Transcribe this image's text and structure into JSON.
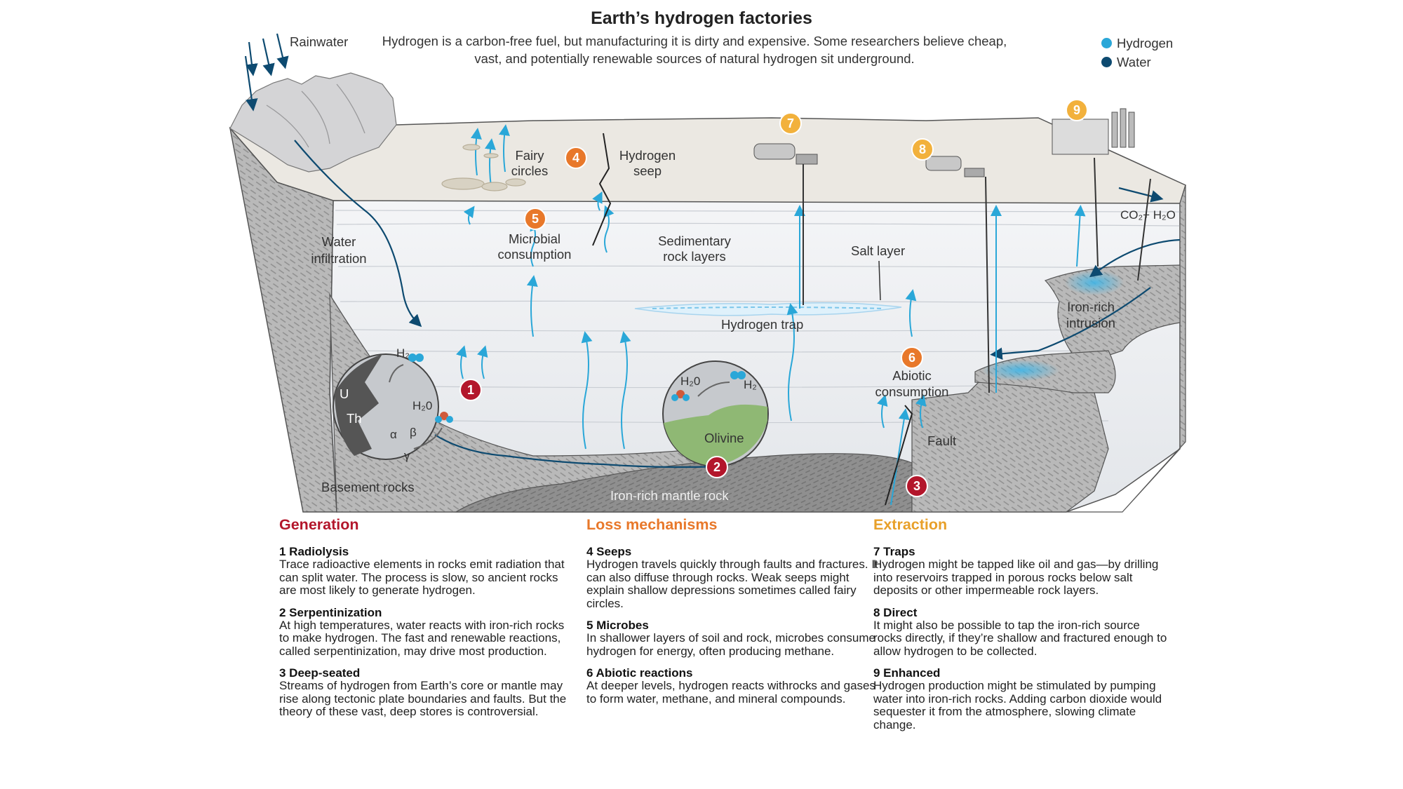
{
  "title": "Earth’s hydrogen factories",
  "subtitle": "Hydrogen is a carbon-free fuel, but manufacturing it is dirty and expensive. Some researchers believe cheap, vast, and potentially renewable sources of natural hydrogen sit underground.",
  "legend": [
    {
      "label": "Hydrogen",
      "color": "#2aa7d8"
    },
    {
      "label": "Water",
      "color": "#0d4a70"
    }
  ],
  "diagram_labels": {
    "rainwater": "Rainwater",
    "water_infiltration": "Water\ninfiltration",
    "fairy_circles": "Fairy\ncircles",
    "hydrogen_seep": "Hydrogen\nseep",
    "microbial_consumption": "Microbial\nconsumption",
    "sedimentary": "Sedimentary\nrock layers",
    "salt_layer": "Salt layer",
    "hydrogen_trap": "Hydrogen trap",
    "iron_rich_intrusion": "Iron-rich\nintrusion",
    "abiotic_consumption": "Abiotic\nconsumption",
    "fault": "Fault",
    "basement_rocks": "Basement rocks",
    "iron_rich_mantle": "Iron-rich mantle rock",
    "olivine": "Olivine",
    "co2_h2o": "CO₂+ H₂O",
    "u": "U",
    "th": "Th",
    "h2": "H₂",
    "h2o": "H₂0",
    "alpha": "α",
    "beta": "β",
    "gamma": "γ"
  },
  "badges": [
    {
      "n": "1",
      "color": "#b3162b"
    },
    {
      "n": "2",
      "color": "#b3162b"
    },
    {
      "n": "3",
      "color": "#b3162b"
    },
    {
      "n": "4",
      "color": "#e8782a"
    },
    {
      "n": "5",
      "color": "#e8782a"
    },
    {
      "n": "6",
      "color": "#e8782a"
    },
    {
      "n": "7",
      "color": "#f2b13c"
    },
    {
      "n": "8",
      "color": "#f2b13c"
    },
    {
      "n": "9",
      "color": "#f2b13c"
    }
  ],
  "sections": {
    "generation": {
      "heading": "Generation",
      "color": "#b3162b",
      "items": [
        {
          "title": "1 Radiolysis",
          "text": "Trace radioactive elements in rocks emit radiation that can split water. The process is slow, so ancient rocks are most likely to generate hydrogen."
        },
        {
          "title": "2 Serpentinization",
          "text": "At high temperatures, water reacts with iron-rich rocks to make hydrogen. The fast and renewable reactions, called serpentinization, may drive most production."
        },
        {
          "title": "3 Deep-seated",
          "text": "Streams of hydrogen from Earth’s core or mantle may rise along tectonic plate boundaries and faults. But the theory of these vast, deep stores is controversial."
        }
      ]
    },
    "loss": {
      "heading": "Loss mechanisms",
      "color": "#e8782a",
      "items": [
        {
          "title": "4 Seeps",
          "text": "Hydrogen travels quickly through faults and fractures. It can also diffuse through rocks. Weak seeps might explain shallow depressions sometimes called fairy circles."
        },
        {
          "title": "5 Microbes",
          "text": "In shallower layers of soil and rock, microbes consume hydrogen for energy, often producing methane."
        },
        {
          "title": "6 Abiotic reactions",
          "text": "At deeper levels, hydrogen reacts withrocks and gases to form water, methane, and mineral compounds."
        }
      ]
    },
    "extraction": {
      "heading": "Extraction",
      "color": "#e8a02a",
      "items": [
        {
          "title": "7 Traps",
          "text": "Hydrogen might be tapped like oil and gas—by drilling into reservoirs trapped in porous rocks below salt deposits or other impermeable rock layers."
        },
        {
          "title": "8 Direct",
          "text": "It might also be possible to tap the iron-rich source rocks directly, if they’re shallow and fractured enough to allow hydrogen to be collected."
        },
        {
          "title": "9 Enhanced",
          "text": "Hydrogen production might be stimulated by pumping water into iron-rich rocks. Adding carbon dioxide would sequester it from the atmosphere, slowing climate change."
        }
      ]
    }
  }
}
